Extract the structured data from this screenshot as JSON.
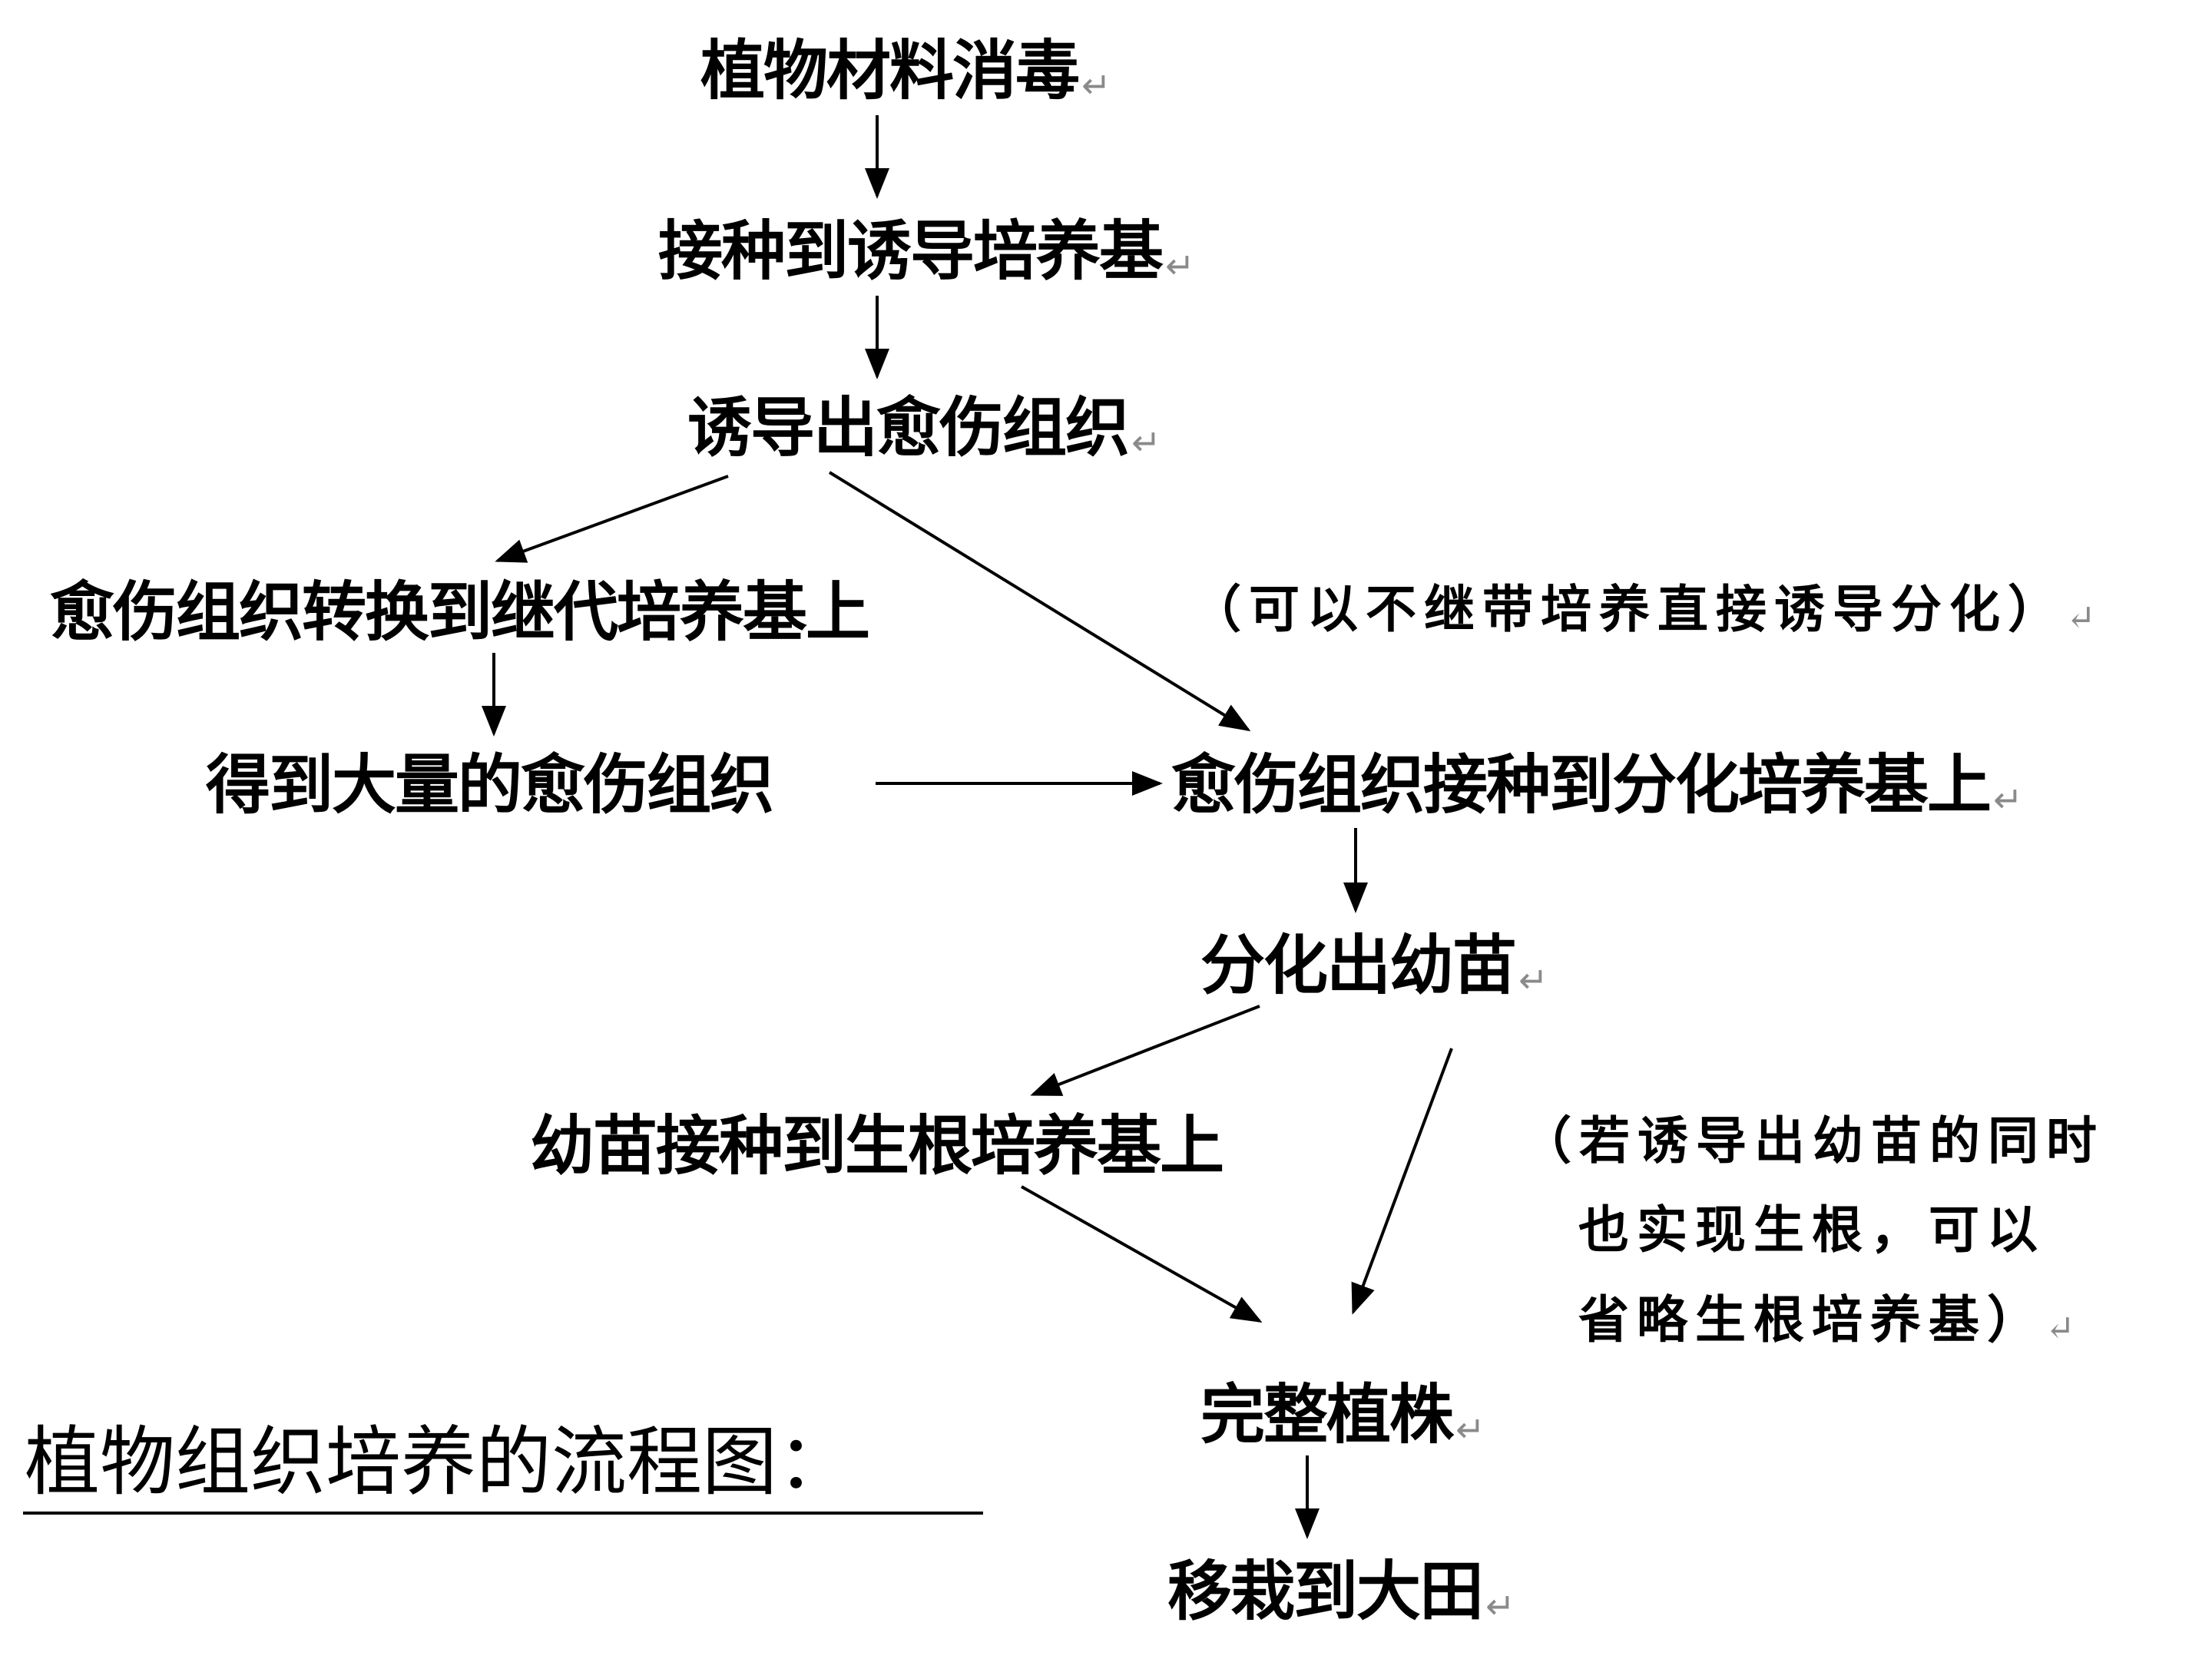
{
  "title": "植物组织培养的流程图：",
  "paragraph_mark": "↵",
  "nodes": {
    "sterilize": "植物材料消毒",
    "inoculate_induction": "接种到诱导培养基",
    "induce_callus": "诱导出愈伤组织",
    "callus_subculture": "愈伤组织转换到继代培养基上",
    "mass_callus": "得到大量的愈伤组织",
    "callus_differentiation": "愈伤组织接种到分化培养基上",
    "seedling": "分化出幼苗",
    "seedling_rooting": "幼苗接种到生根培养基上",
    "whole_plant": "完整植株",
    "transplant": "移栽到大田"
  },
  "notes": {
    "skip_subculture": "（可以不继带培养直接诱导分化）",
    "skip_rooting_line1": "（若诱导出幼苗的同时",
    "skip_rooting_line2": "也实现生根，可以",
    "skip_rooting_line3": "省略生根培养基）"
  },
  "colors": {
    "text": "#000000",
    "arrow": "#000000",
    "paragraph_mark": "#8a8a8a",
    "background": "#ffffff"
  }
}
